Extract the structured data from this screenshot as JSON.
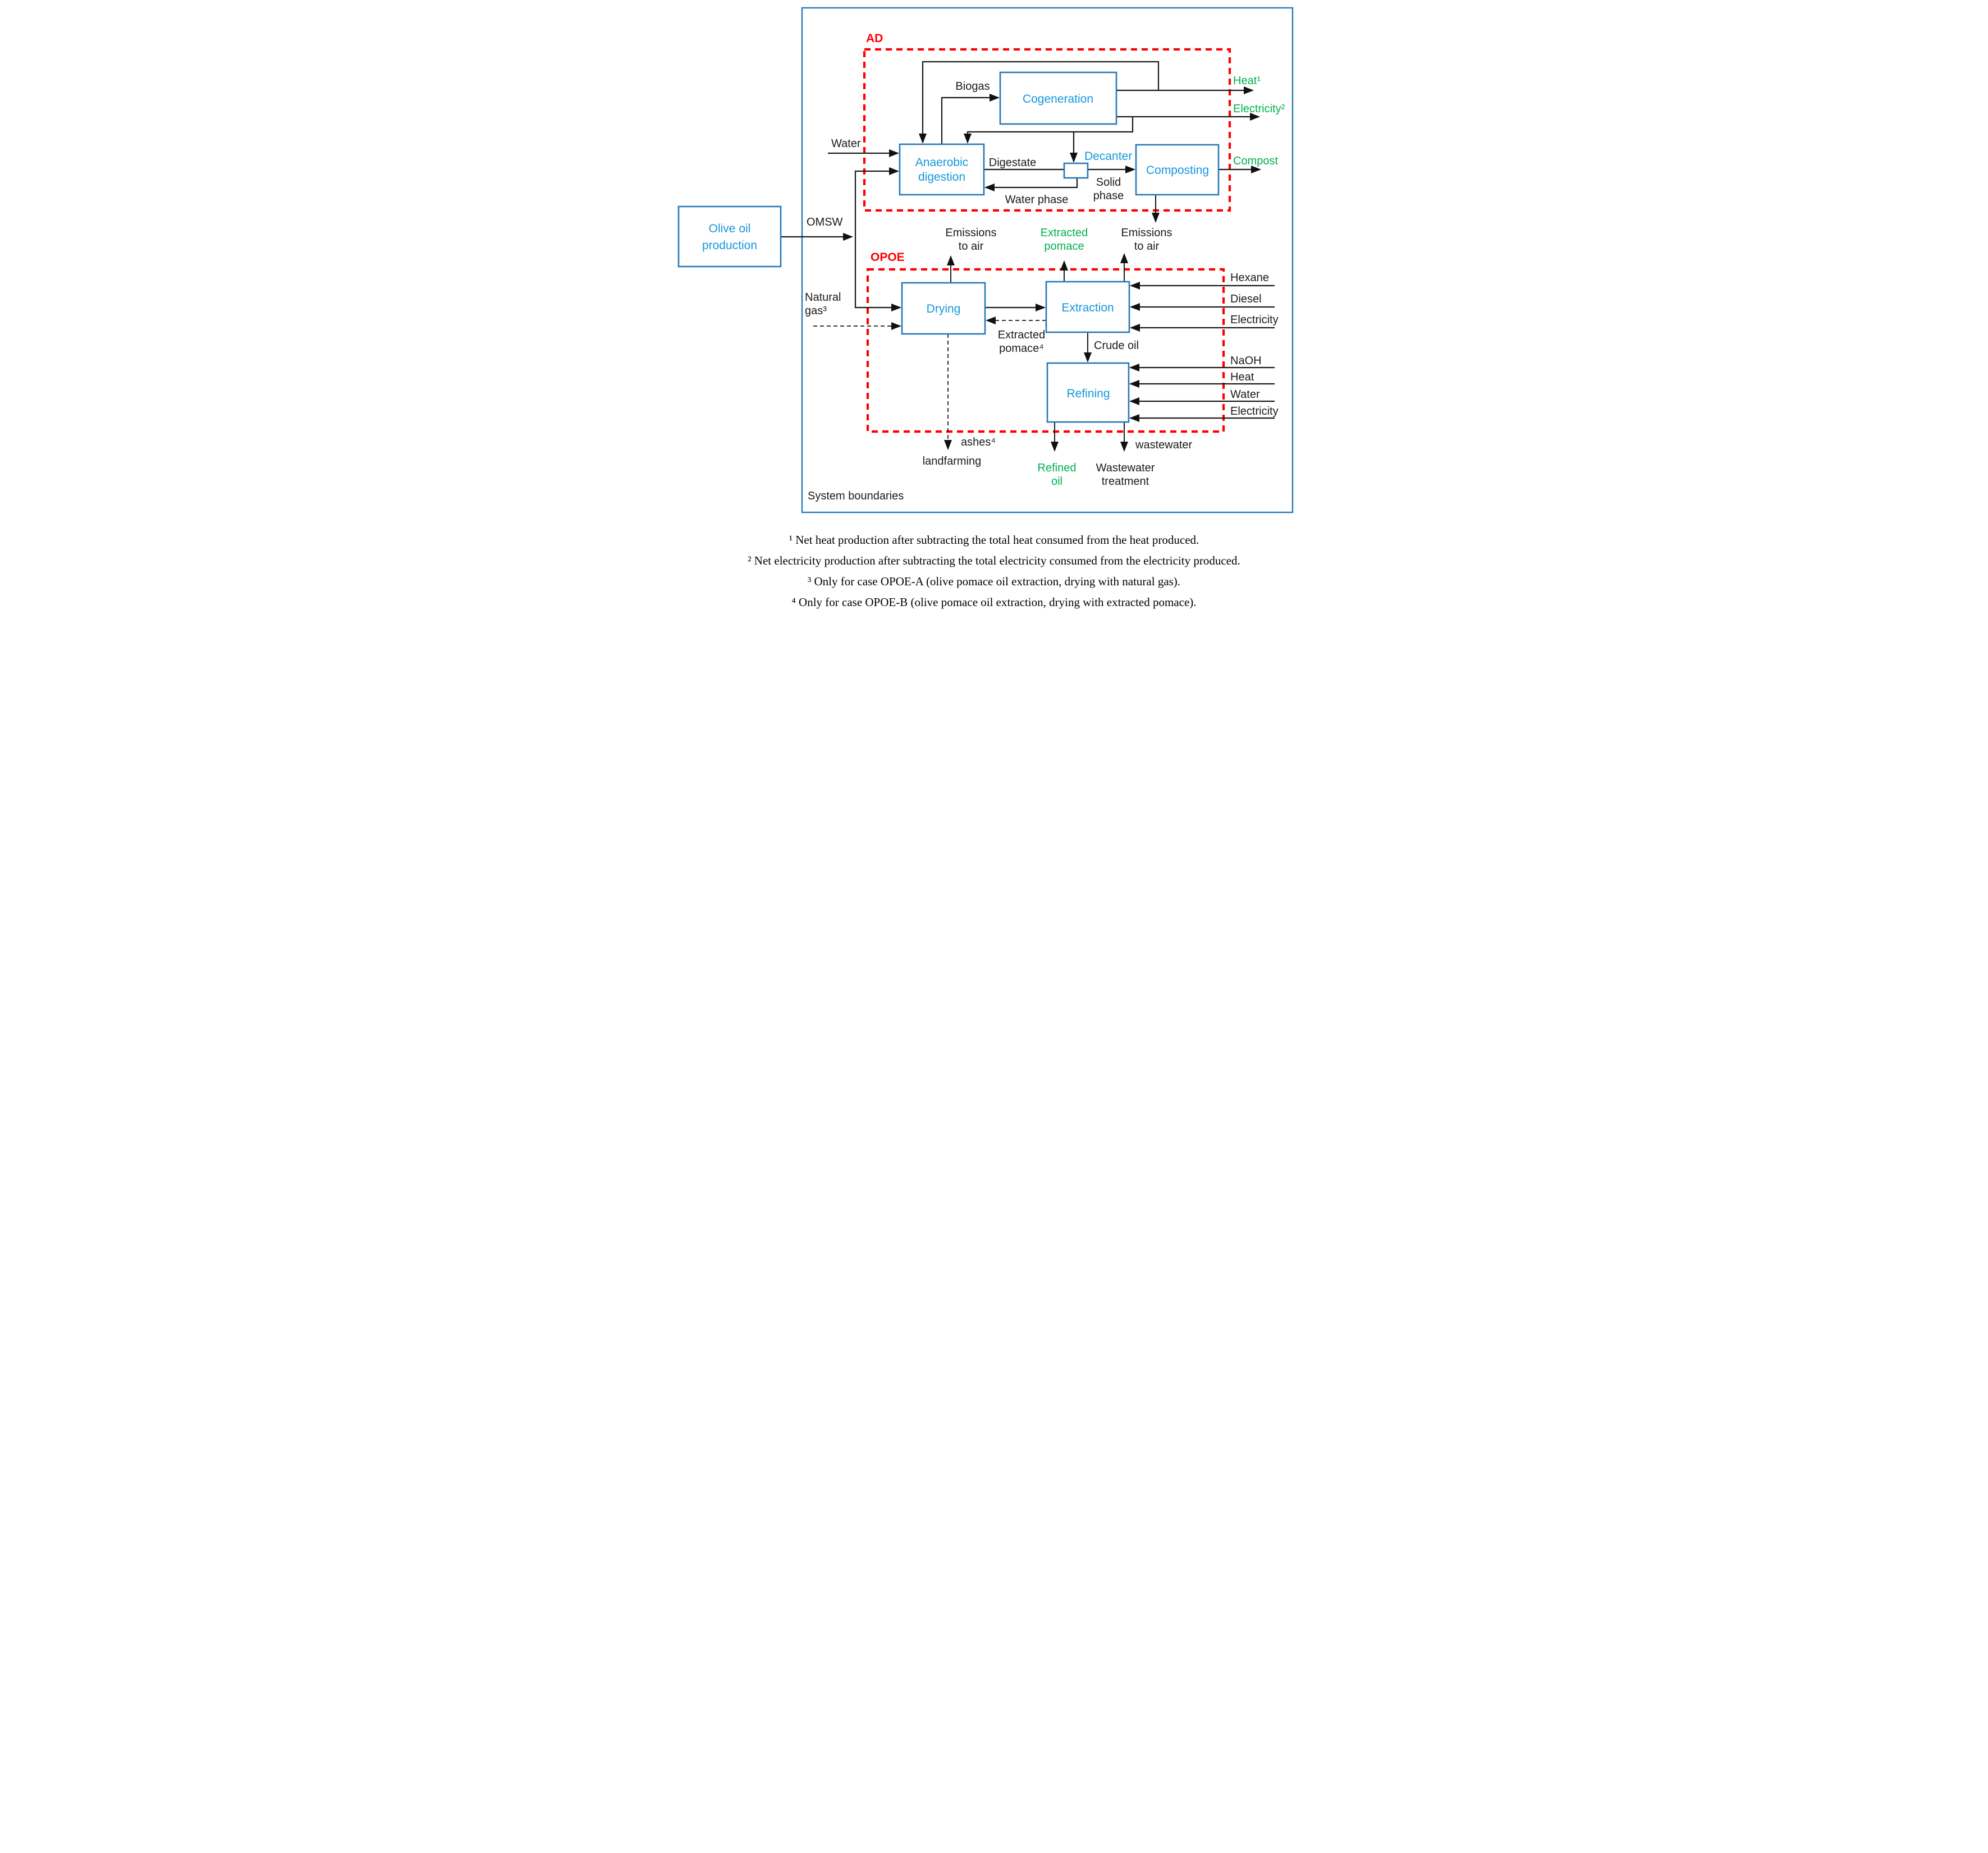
{
  "colors": {
    "boundary_blue": "#2878B9",
    "process_text_blue": "#1497DC",
    "product_green": "#00B050",
    "subsystem_red": "#FF0000",
    "flow_black": "#1a1a1a"
  },
  "system": {
    "boundary_label": "System boundaries"
  },
  "subsystems": {
    "ad": "AD",
    "opoe": "OPOE"
  },
  "boxes": {
    "olive_line1": "Olive oil",
    "olive_line2": "production",
    "cogeneration": "Cogeneration",
    "anaerobic_line1": "Anaerobic",
    "anaerobic_line2": "digestion",
    "decanter": "Decanter",
    "composting": "Composting",
    "drying": "Drying",
    "extraction": "Extraction",
    "refining": "Refining"
  },
  "flows": {
    "water": "Water",
    "omsw": "OMSW",
    "biogas": "Biogas",
    "digestate": "Digestate",
    "water_phase": "Water phase",
    "solid_phase_line1": "Solid",
    "solid_phase_line2": "phase",
    "heat_out": "Heat¹",
    "electricity_out": "Electricity²",
    "compost": "Compost",
    "emissions_left_line1": "Emissions",
    "emissions_left_line2": "to air",
    "emissions_right_line1": "Emissions",
    "emissions_right_line2": "to air",
    "extracted_pomace_line1": "Extracted",
    "extracted_pomace_line2": "pomace",
    "natural_gas_line1": "Natural",
    "natural_gas_line2": "gas³",
    "extracted_pomace_recycle_line1": "Extracted",
    "extracted_pomace_recycle_line2": "pomace⁴",
    "crude_oil": "Crude oil",
    "hexane": "Hexane",
    "diesel": "Diesel",
    "electricity_extraction": "Electricity",
    "naoh": "NaOH",
    "heat_refining": "Heat",
    "water_refining": "Water",
    "electricity_refining": "Electricity",
    "ashes": "ashes⁴",
    "landfarming": "landfarming",
    "wastewater": "wastewater",
    "refined_oil_line1": "Refined",
    "refined_oil_line2": "oil",
    "wastewater_treatment_line1": "Wastewater",
    "wastewater_treatment_line2": "treatment"
  },
  "footnotes": {
    "f1": "¹ Net heat production after subtracting the total heat consumed from the heat produced.",
    "f2": "² Net electricity production after subtracting the total electricity consumed from the electricity produced.",
    "f3": "³ Only for case OPOE-A (olive pomace oil extraction, drying with natural gas).",
    "f4": "⁴ Only for case OPOE-B (olive pomace oil extraction, drying with extracted pomace)."
  }
}
